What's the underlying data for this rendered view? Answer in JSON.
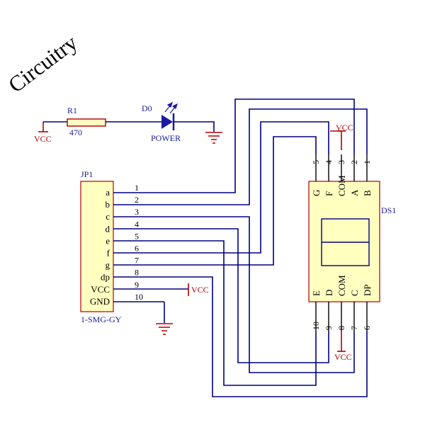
{
  "title": "Circuitry",
  "colors": {
    "wire": "#000080",
    "component_fill": "#ffffc0",
    "component_stroke": "#b00000",
    "power_symbol": "#b00000",
    "led": "#1a1aa0",
    "label_blue": "#1a1aa0",
    "label_red": "#b00000"
  },
  "resistor": {
    "ref": "R1",
    "value": "470",
    "supply": "VCC"
  },
  "led": {
    "ref": "D0",
    "label": "POWER"
  },
  "connector": {
    "ref": "JP1",
    "part": "1-SMG-GY",
    "pins": [
      {
        "num": "1",
        "label": "a"
      },
      {
        "num": "2",
        "label": "b"
      },
      {
        "num": "3",
        "label": "c"
      },
      {
        "num": "4",
        "label": "d"
      },
      {
        "num": "5",
        "label": "e"
      },
      {
        "num": "6",
        "label": "f"
      },
      {
        "num": "7",
        "label": "g"
      },
      {
        "num": "8",
        "label": "dp"
      },
      {
        "num": "9",
        "label": "VCC"
      },
      {
        "num": "10",
        "label": "GND"
      }
    ],
    "vcc_label": "VCC"
  },
  "display": {
    "ref": "DS1",
    "top_pins": [
      {
        "num": "5",
        "label": "G"
      },
      {
        "num": "4",
        "label": "F"
      },
      {
        "num": "3",
        "label": "COM"
      },
      {
        "num": "2",
        "label": "A"
      },
      {
        "num": "1",
        "label": "B"
      }
    ],
    "bottom_pins": [
      {
        "num": "10",
        "label": "E"
      },
      {
        "num": "9",
        "label": "D"
      },
      {
        "num": "8",
        "label": "COM"
      },
      {
        "num": "7",
        "label": "C"
      },
      {
        "num": "6",
        "label": "DP"
      }
    ],
    "top_vcc": "VCC",
    "bottom_vcc": "VCC"
  }
}
